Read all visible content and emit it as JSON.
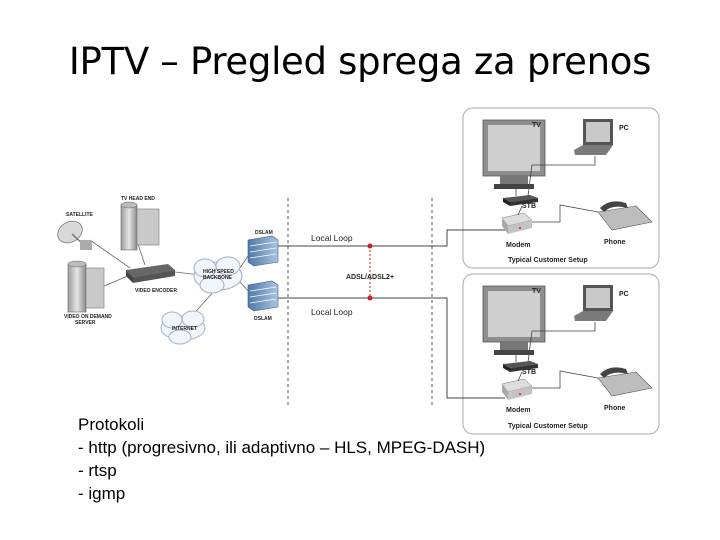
{
  "title": "IPTV – Pregled sprega za prenos",
  "diagram": {
    "head_end": "TV HEAD END",
    "satellite": "SATELLITE",
    "vod_server_line1": "VIDEO ON DEMAND",
    "vod_server_line2": "SERVER",
    "video_encoder": "VIDEO ENCODER",
    "backbone_line1": "HIGH SPEED",
    "backbone_line2": "BACKBONE",
    "internet": "INTERNET",
    "dslam_top": "DSLAM",
    "dslam_bottom": "DSLAM",
    "local_loop_top": "Local Loop",
    "local_loop_bottom": "Local Loop",
    "adsl": "ADSL/ADSL2+",
    "customer_setups": [
      {
        "tv": "TV",
        "pc": "PC",
        "stb": "STB",
        "modem": "Modem",
        "phone": "Phone",
        "caption": "Typical Customer Setup"
      },
      {
        "tv": "TV",
        "pc": "PC",
        "stb": "STB",
        "modem": "Modem",
        "phone": "Phone",
        "caption": "Typical Customer Setup"
      }
    ]
  },
  "protocols": {
    "heading": "Protokoli",
    "items": [
      "- http (progresivno, ili adaptivno – HLS, MPEG-DASH)",
      "- rtsp",
      "- igmp"
    ]
  },
  "colors": {
    "link_dot": "#d0202a",
    "panel_border": "#b8b8b8"
  }
}
